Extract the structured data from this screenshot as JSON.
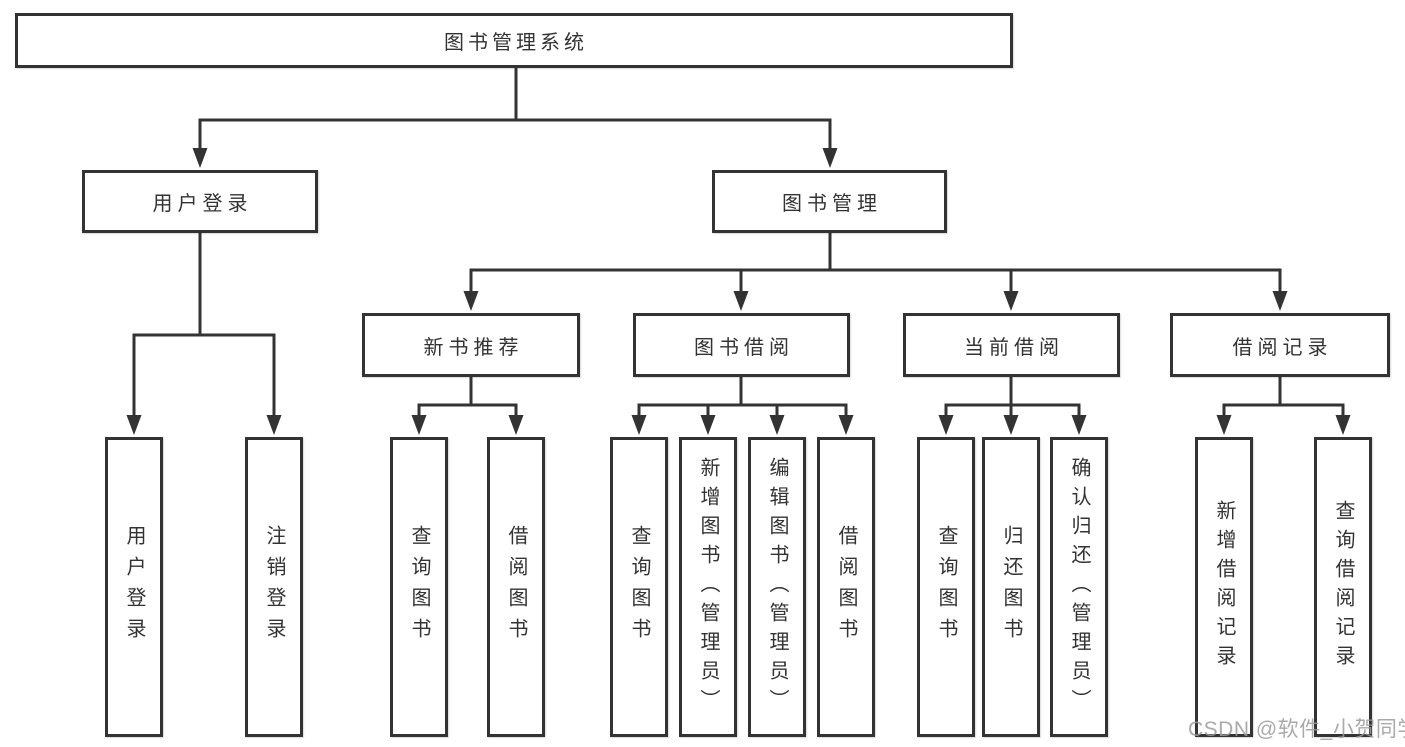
{
  "tree": {
    "root": "图书管理系统",
    "user_login": {
      "label": "用户登录",
      "children": [
        "用户登录",
        "注销登录"
      ]
    },
    "book_mgmt": {
      "label": "图书管理",
      "children": [
        {
          "label": "新书推荐",
          "children": [
            "查询图书",
            "借阅图书"
          ]
        },
        {
          "label": "图书借阅",
          "children": [
            "查询图书",
            "新增图书（管理员）",
            "编辑图书（管理员）",
            "借阅图书"
          ]
        },
        {
          "label": "当前借阅",
          "children": [
            "查询图书",
            "归还图书",
            "确认归还（管理员）"
          ]
        },
        {
          "label": "借阅记录",
          "children": [
            "新增借阅记录",
            "查询借阅记录"
          ]
        }
      ]
    }
  },
  "watermark": "CSDN @软件_小贺同学",
  "colors": {
    "line": "#333333",
    "box_border": "#333333",
    "box_fill": "#ffffff",
    "text": "#333333",
    "watermark": "#9b9b9b"
  }
}
